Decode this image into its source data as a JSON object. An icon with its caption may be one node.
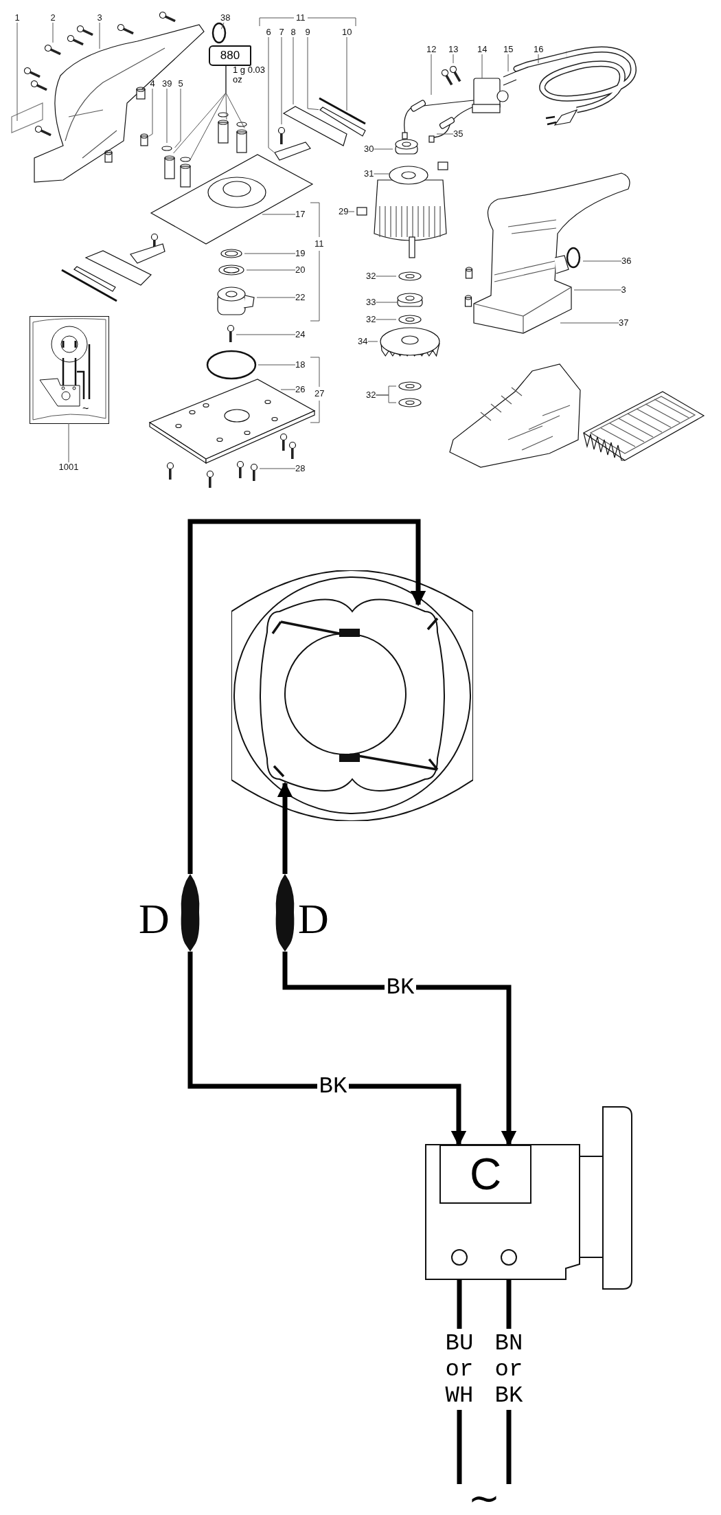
{
  "diagram": {
    "nodes": [
      {
        "text": [
          "1"
        ]
      },
      {
        "text": [
          "2"
        ]
      },
      {
        "text": [
          "3"
        ]
      },
      {
        "text": [
          "38"
        ]
      },
      {
        "text": [
          "11"
        ]
      },
      {
        "text": [
          "6"
        ]
      },
      {
        "text": [
          "7"
        ]
      },
      {
        "text": [
          "8"
        ]
      },
      {
        "text": [
          "9"
        ]
      },
      {
        "text": [
          "10"
        ]
      },
      {
        "text": [
          "12"
        ]
      },
      {
        "text": [
          "13"
        ]
      },
      {
        "text": [
          "14"
        ]
      },
      {
        "text": [
          "15"
        ]
      },
      {
        "text": [
          "16"
        ]
      },
      {
        "text": [
          "880"
        ],
        "beside": [
          "1 g 0.03 oz"
        ]
      },
      {
        "text": [
          "4"
        ]
      },
      {
        "text": [
          "39"
        ]
      },
      {
        "text": [
          "5"
        ]
      },
      {
        "text": [
          "35"
        ]
      },
      {
        "text": [
          "30"
        ]
      },
      {
        "text": [
          "31"
        ]
      },
      {
        "text": [
          "29"
        ]
      },
      {
        "text": [
          "17"
        ]
      },
      {
        "text": [
          "11"
        ]
      },
      {
        "text": [
          "19"
        ]
      },
      {
        "text": [
          "20"
        ]
      },
      {
        "text": [
          "22"
        ]
      },
      {
        "text": [
          "24"
        ]
      },
      {
        "text": [
          "18"
        ]
      },
      {
        "text": [
          "26"
        ]
      },
      {
        "text": [
          "27"
        ]
      },
      {
        "text": [
          "28"
        ]
      },
      {
        "text": [
          "36"
        ]
      },
      {
        "text": [
          "3"
        ]
      },
      {
        "text": [
          "37"
        ]
      },
      {
        "text": [
          "32"
        ]
      },
      {
        "text": [
          "33"
        ]
      },
      {
        "text": [
          "32"
        ]
      },
      {
        "text": [
          "34"
        ]
      },
      {
        "text": [
          "32"
        ]
      },
      {
        "text": [],
        "shape": "picture"
      },
      {
        "text": [
          "1001"
        ]
      },
      {
        "text": [],
        "shape": "picture"
      },
      {
        "text": [
          "D"
        ]
      },
      {
        "text": [
          "D"
        ]
      },
      {
        "text": [],
        "shape": "picture"
      },
      {
        "text": [
          "C"
        ],
        "in": 46
      },
      {
        "text": [
          "~"
        ]
      }
    ],
    "edges": [
      {
        "from": 0,
        "to": null,
        "arrow": "none"
      },
      {
        "from": 1,
        "to": null,
        "arrow": "none"
      },
      {
        "from": 2,
        "to": null,
        "arrow": "none"
      },
      {
        "from": 3,
        "to": null,
        "arrow": "none"
      },
      {
        "from": 5,
        "to": null,
        "arrow": "none"
      },
      {
        "from": 6,
        "to": null,
        "arrow": "none"
      },
      {
        "from": 7,
        "to": null,
        "arrow": "none"
      },
      {
        "from": 8,
        "to": null,
        "arrow": "none"
      },
      {
        "from": 9,
        "to": null,
        "arrow": "none"
      },
      {
        "from": 10,
        "to": null,
        "arrow": "none"
      },
      {
        "from": 11,
        "to": null,
        "arrow": "none"
      },
      {
        "from": 12,
        "to": null,
        "arrow": "none"
      },
      {
        "from": 13,
        "to": null,
        "arrow": "none"
      },
      {
        "from": 14,
        "to": null,
        "arrow": "none"
      },
      {
        "from": 15,
        "to": null,
        "arrow": "none"
      },
      {
        "from": 15,
        "to": null,
        "arrow": "none"
      },
      {
        "from": 15,
        "to": null,
        "arrow": "none"
      },
      {
        "from": 15,
        "to": null,
        "arrow": "none"
      },
      {
        "from": 16,
        "to": null,
        "arrow": "none"
      },
      {
        "from": 17,
        "to": null,
        "arrow": "none"
      },
      {
        "from": 18,
        "to": null,
        "arrow": "none"
      },
      {
        "from": 19,
        "to": null,
        "arrow": "none"
      },
      {
        "from": 20,
        "to": null,
        "arrow": "none"
      },
      {
        "from": 21,
        "to": null,
        "arrow": "none"
      },
      {
        "from": 22,
        "to": null,
        "arrow": "none"
      },
      {
        "from": 23,
        "to": null,
        "arrow": "none"
      },
      {
        "from": 25,
        "to": null,
        "arrow": "none"
      },
      {
        "from": 26,
        "to": null,
        "arrow": "none"
      },
      {
        "from": 27,
        "to": null,
        "arrow": "none"
      },
      {
        "from": 28,
        "to": null,
        "arrow": "none"
      },
      {
        "from": 29,
        "to": null,
        "arrow": "none"
      },
      {
        "from": 30,
        "to": null,
        "arrow": "none"
      },
      {
        "from": 32,
        "to": null,
        "arrow": "none"
      },
      {
        "from": 33,
        "to": null,
        "arrow": "none"
      },
      {
        "from": 34,
        "to": null,
        "arrow": "none"
      },
      {
        "from": 35,
        "to": null,
        "arrow": "none"
      },
      {
        "from": 36,
        "to": null,
        "arrow": "none"
      },
      {
        "from": 37,
        "to": null,
        "arrow": "none"
      },
      {
        "from": 38,
        "to": null,
        "arrow": "none"
      },
      {
        "from": 39,
        "to": null,
        "arrow": "none"
      },
      {
        "from": 40,
        "to": null,
        "arrow": "none"
      },
      {
        "from": 40,
        "to": null,
        "arrow": "none"
      },
      {
        "from": 42,
        "to": 41,
        "arrow": "none"
      },
      {
        "from": 44,
        "to": 43,
        "arrow": "to",
        "style": "thick"
      },
      {
        "from": 45,
        "to": 43,
        "arrow": "to",
        "style": "thick"
      },
      {
        "from": 45,
        "to": 47,
        "arrow": "to",
        "label": "BK",
        "style": "thick"
      },
      {
        "from": 44,
        "to": 47,
        "arrow": "to",
        "label": "BK",
        "style": "thick"
      },
      {
        "from": 46,
        "to": 48,
        "arrow": "none",
        "label": "BU or WH",
        "style": "thick"
      },
      {
        "from": 46,
        "to": 48,
        "arrow": "none",
        "label": "BN or BK",
        "style": "thick"
      }
    ],
    "labels": [
      "~"
    ]
  }
}
